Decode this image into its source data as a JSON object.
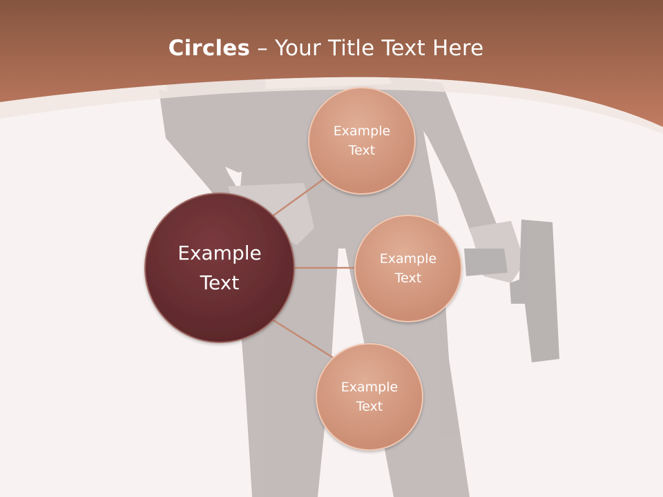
{
  "slide": {
    "title_bold": "Circles",
    "title_rest": " – Your Title Text Here"
  },
  "diagram": {
    "center": {
      "label": "Example\nText"
    },
    "satellites": [
      {
        "label": "Example\nText"
      },
      {
        "label": "Example\nText"
      },
      {
        "label": "Example\nText"
      }
    ]
  },
  "colors": {
    "header_top": "#8b5a45",
    "header_bottom": "#c47d63",
    "center_fill": "#6a2f33",
    "satellite_fill": "#d59a80",
    "connector": "#c58a73",
    "background": "#f8f3f2"
  },
  "icons": {
    "background_figure": "woman-holding-pistol-silhouette"
  }
}
